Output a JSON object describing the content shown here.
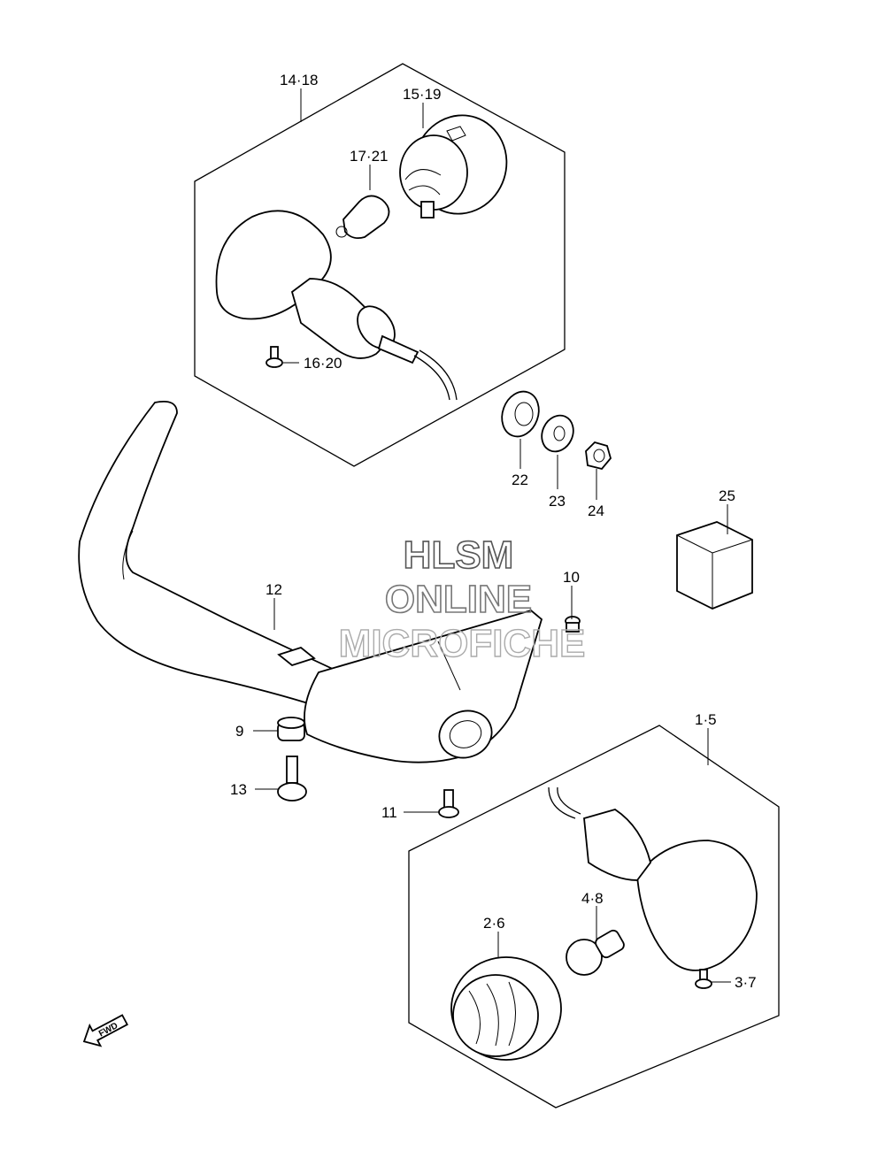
{
  "watermark": {
    "line1": "HLSM",
    "line2": "ONLINE",
    "line3": "MICROFICHE"
  },
  "callouts": {
    "c14_18": "14·18",
    "c15_19": "15·19",
    "c17_21": "17·21",
    "c16_20": "16·20",
    "c22": "22",
    "c23": "23",
    "c24": "24",
    "c25": "25",
    "c12": "12",
    "c10": "10",
    "c9": "9",
    "c13": "13",
    "c11": "11",
    "c1_5": "1·5",
    "c2_6": "2·6",
    "c4_8": "4·8",
    "c3_7": "3·7"
  },
  "fwd_label": "FWD"
}
